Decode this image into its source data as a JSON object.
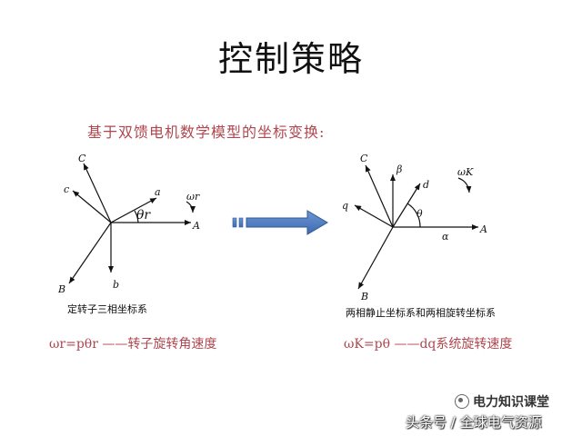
{
  "title": "控制策略",
  "subtitle": "基于双馈电机数学模型的坐标变换:",
  "left_diagram": {
    "labels": {
      "C": "C",
      "c": "c",
      "a": "a",
      "A": "A",
      "B": "B",
      "b": "b",
      "theta": "θr",
      "omega": "ωr"
    },
    "caption": "定转子三相坐标系",
    "formula": "ωr=pθr ——转子旋转角速度"
  },
  "right_diagram": {
    "labels": {
      "C": "C",
      "beta": "β",
      "d": "d",
      "q": "q",
      "theta": "θ",
      "alpha": "α",
      "A": "A",
      "B": "B",
      "omega": "ωK"
    },
    "caption": "两相静止坐标系和两相旋转坐标系",
    "formula": "ωK=pθ ——dq系统旋转速度"
  },
  "watermark": {
    "brand": "电力知识课堂",
    "source": "头条号 / 全球电气资源"
  },
  "colors": {
    "accent": "#b0474f",
    "arrow_fill": "#4a79bd",
    "arrow_stroke": "#2f5a96"
  }
}
